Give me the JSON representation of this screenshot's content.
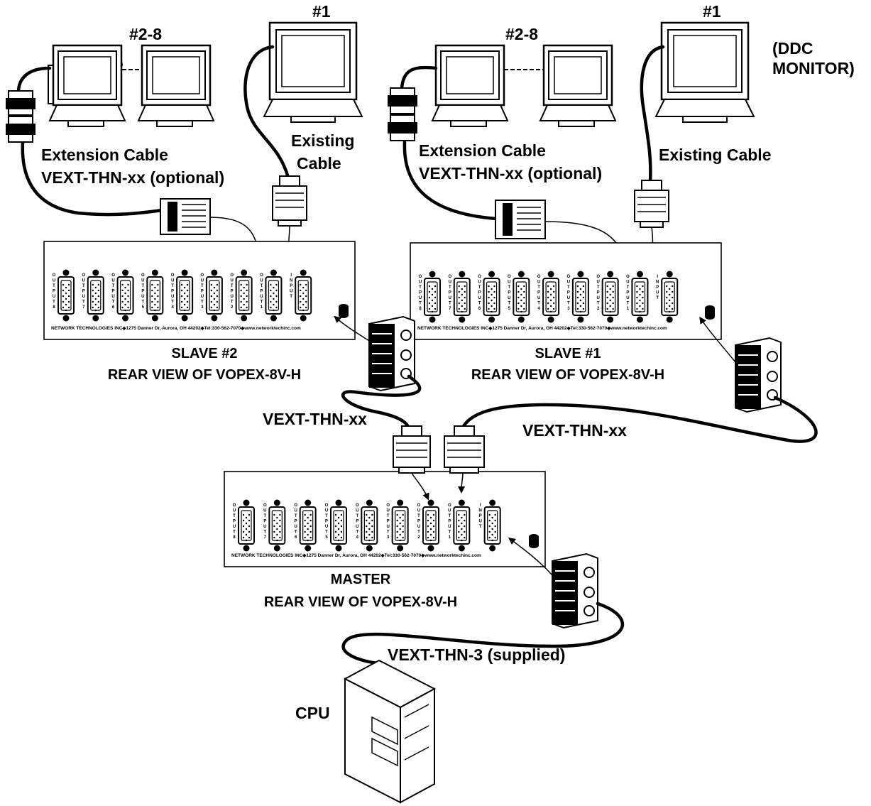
{
  "labels": {
    "monitor_num_1_left": "#1",
    "monitor_num_1_right": "#1",
    "monitors_2_8_left": "#2-8",
    "monitors_2_8_right": "#2-8",
    "ddc_line1": "(DDC",
    "ddc_line2": "MONITOR)",
    "existing_cable_left_line1": "Existing",
    "existing_cable_left_line2": "Cable",
    "existing_cable_right": "Existing Cable",
    "extension_left_line1": "Extension Cable",
    "extension_left_line2": "VEXT-THN-xx (optional)",
    "extension_right_line1": "Extension Cable",
    "extension_right_line2": "VEXT-THN-xx (optional)",
    "slave2_title": "SLAVE #2",
    "slave2_sub": "REAR VIEW OF VOPEX-8V-H",
    "slave1_title": "SLAVE #1",
    "slave1_sub": "REAR VIEW OF VOPEX-8V-H",
    "master_title": "MASTER",
    "master_sub": "REAR VIEW OF VOPEX-8V-H",
    "vext_left": "VEXT-THN-xx",
    "vext_right": "VEXT-THN-xx",
    "vext_supplied": "VEXT-THN-3 (supplied)",
    "cpu": "CPU"
  },
  "unit_footer": "NETWORK  TECHNOLOGIES INC◆1275 Danner Dr, Aurora, OH 44202◆Tel:330-562-7070◆www.networktechinc.com",
  "port_labels": [
    "OUTPUT 8",
    "OUTPUT 7",
    "OUTPUT 6",
    "OUTPUT 5",
    "OUTPUT 4",
    "OUTPUT 3",
    "OUTPUT 2",
    "OUTPUT 1",
    "INPUT"
  ]
}
